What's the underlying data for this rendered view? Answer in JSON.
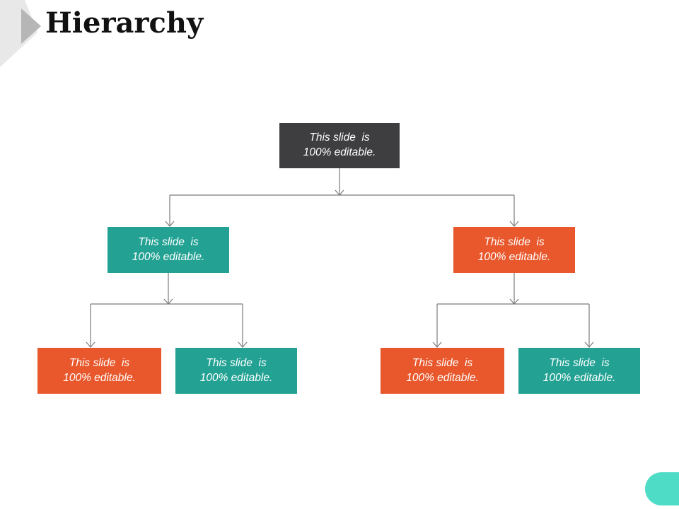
{
  "title": {
    "text": "Hierarchy"
  },
  "diagram": {
    "type": "org-chart",
    "connector_color": "#7a7a7a",
    "nodes": [
      {
        "id": "root",
        "level": 1,
        "fill": "#3e3e40",
        "text": "This slide  is\n100% editable.",
        "children": [
          "l2-left",
          "l2-right"
        ]
      },
      {
        "id": "l2-left",
        "level": 2,
        "fill": "#23a294",
        "text": "This slide  is\n100% editable.",
        "children": [
          "l3-1",
          "l3-2"
        ]
      },
      {
        "id": "l2-right",
        "level": 2,
        "fill": "#e8582c",
        "text": "This slide  is\n100% editable.",
        "children": [
          "l3-3",
          "l3-4"
        ]
      },
      {
        "id": "l3-1",
        "level": 3,
        "fill": "#e8582c",
        "text": "This slide  is\n100% editable.",
        "children": []
      },
      {
        "id": "l3-2",
        "level": 3,
        "fill": "#23a294",
        "text": "This slide  is\n100% editable.",
        "children": []
      },
      {
        "id": "l3-3",
        "level": 3,
        "fill": "#e8582c",
        "text": "This slide  is\n100% editable.",
        "children": []
      },
      {
        "id": "l3-4",
        "level": 3,
        "fill": "#23a294",
        "text": "This slide  is\n100% editable.",
        "children": []
      }
    ]
  },
  "decorations": {
    "pill_color": "#4edcc7",
    "triangle_light": "#e8e8e8",
    "triangle_mid": "#b6b6b6"
  }
}
